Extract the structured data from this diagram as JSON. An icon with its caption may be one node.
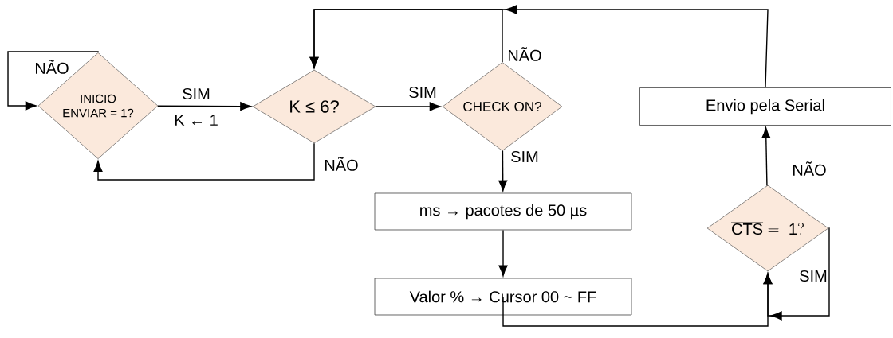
{
  "diagram": {
    "nodes": [
      {
        "text": [
          "INICIO ENVIAR = 1?"
        ]
      },
      {
        "text": [
          "K ≤ 6?"
        ]
      },
      {
        "text": [
          "CHECK ON?"
        ]
      },
      {
        "text": [
          "ms → pacotes de 50 µs"
        ]
      },
      {
        "text": [
          "Valor % → Cursor 00 ~ FF"
        ]
      },
      {
        "text": [
          "\\overline{\\mathrm{CTS}}\\mathrm{\\ =\\ 1?}"
        ]
      },
      {
        "text": [
          "Envio pela Serial"
        ]
      }
    ],
    "edges": [
      {
        "from": 0,
        "to": 0,
        "arrow": "to",
        "label": "NÃO"
      },
      {
        "from": 0,
        "to": 1,
        "arrow": "to",
        "label": "SIM"
      },
      {
        "from": 1,
        "to": 2,
        "arrow": "to",
        "label": "SIM"
      },
      {
        "from": 1,
        "to": 0,
        "arrow": "to",
        "label": "NÃO"
      },
      {
        "from": 2,
        "to": 1,
        "arrow": "to",
        "label": "NÃO"
      },
      {
        "from": 2,
        "to": 3,
        "arrow": "to",
        "label": "SIM"
      },
      {
        "from": 3,
        "to": 4,
        "arrow": "to"
      },
      {
        "from": 4,
        "to": 5,
        "arrow": "to"
      },
      {
        "from": 5,
        "to": 5,
        "arrow": "to",
        "label": "SIM"
      },
      {
        "from": 5,
        "to": 6,
        "arrow": "to",
        "label": "NÃO"
      },
      {
        "from": 6,
        "to": 1,
        "arrow": "to"
      }
    ],
    "labels": [
      "K ← 1"
    ]
  }
}
